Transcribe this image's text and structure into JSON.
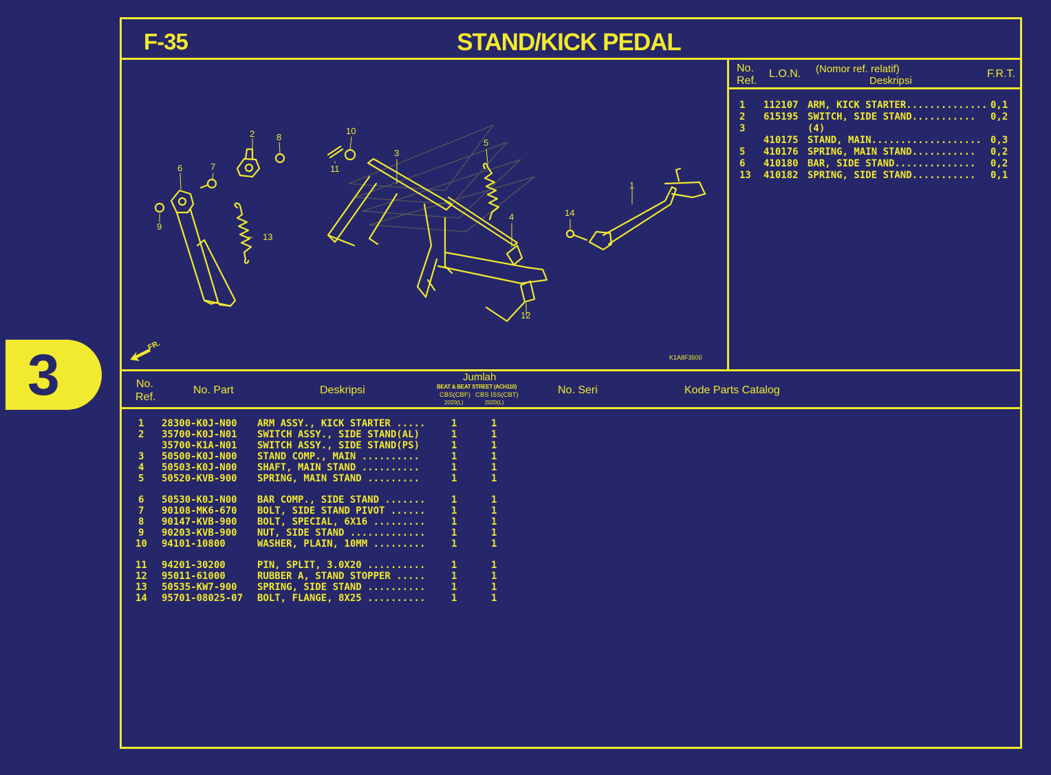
{
  "section_tab": "3",
  "header": {
    "code": "F-35",
    "title": "STAND/KICK PEDAL"
  },
  "diagram": {
    "front_marker": "FR.",
    "drawing_code": "K1A8F3500",
    "callouts": [
      "1",
      "2",
      "3",
      "4",
      "5",
      "6",
      "7",
      "8",
      "9",
      "10",
      "11",
      "12",
      "13",
      "14"
    ]
  },
  "ref_table": {
    "col_no": "No.",
    "col_ref": "Ref.",
    "col_lon": "L.O.N.",
    "col_desc_note": "(Nomor ref. relatif)",
    "col_desc": "Deskripsi",
    "col_frt": "F.R.T.",
    "rows": [
      {
        "ref": "1",
        "lon": "112107",
        "desc": "ARM, KICK STARTER..............",
        "frt": "0,1"
      },
      {
        "ref": "2",
        "lon": "615195",
        "desc": "SWITCH, SIDE STAND...........",
        "frt": "0,2"
      },
      {
        "ref": "3",
        "lon": "",
        "desc": "(4)",
        "frt": ""
      },
      {
        "ref": "",
        "lon": "410175",
        "desc": "STAND, MAIN...................",
        "frt": "0,3"
      },
      {
        "ref": "5",
        "lon": "410176",
        "desc": "SPRING, MAIN STAND...........",
        "frt": "0,2"
      },
      {
        "ref": "6",
        "lon": "410180",
        "desc": "BAR, SIDE STAND..............",
        "frt": "0,2"
      },
      {
        "ref": "13",
        "lon": "410182",
        "desc": "SPRING, SIDE STAND...........",
        "frt": "0,1"
      }
    ]
  },
  "parts_table": {
    "col_no": "No.",
    "col_ref": "Ref.",
    "col_part": "No. Part",
    "col_desc": "Deskripsi",
    "col_qty": "Jumlah",
    "col_qty_model": "BEAT & BEAT STREET (ACH110)",
    "col_qty_a": "CBS(CBF)",
    "col_qty_a_year": "2020(L)",
    "col_qty_b": "CBS ISS(CBT)",
    "col_qty_b_year": "2020(L)",
    "col_serial": "No. Seri",
    "col_catalog": "Kode Parts Catalog",
    "rows": [
      {
        "ref": "1",
        "part": "28300-K0J-N00",
        "desc": "ARM ASSY., KICK STARTER .....",
        "a": "1",
        "b": "1"
      },
      {
        "ref": "2",
        "part": "35700-K0J-N01",
        "desc": "SWITCH ASSY., SIDE STAND(AL)",
        "a": "1",
        "b": "1"
      },
      {
        "ref": "",
        "part": "35700-K1A-N01",
        "desc": "SWITCH ASSY., SIDE STAND(PS)",
        "a": "1",
        "b": "1"
      },
      {
        "ref": "3",
        "part": "50500-K0J-N00",
        "desc": "STAND COMP., MAIN ..........",
        "a": "1",
        "b": "1"
      },
      {
        "ref": "4",
        "part": "50503-K0J-N00",
        "desc": "SHAFT, MAIN STAND ..........",
        "a": "1",
        "b": "1"
      },
      {
        "ref": "5",
        "part": "50520-KVB-900",
        "desc": "SPRING, MAIN STAND .........",
        "a": "1",
        "b": "1"
      },
      {
        "ref": "6",
        "part": "50530-K0J-N00",
        "desc": "BAR COMP., SIDE STAND .......",
        "a": "1",
        "b": "1"
      },
      {
        "ref": "7",
        "part": "90108-MK6-670",
        "desc": "BOLT, SIDE STAND PIVOT ......",
        "a": "1",
        "b": "1"
      },
      {
        "ref": "8",
        "part": "90147-KVB-900",
        "desc": "BOLT, SPECIAL, 6X16 .........",
        "a": "1",
        "b": "1"
      },
      {
        "ref": "9",
        "part": "90203-KVB-900",
        "desc": "NUT, SIDE STAND .............",
        "a": "1",
        "b": "1"
      },
      {
        "ref": "10",
        "part": "94101-10800",
        "desc": "WASHER, PLAIN, 10MM .........",
        "a": "1",
        "b": "1"
      },
      {
        "ref": "11",
        "part": "94201-30200",
        "desc": "PIN, SPLIT, 3.0X20 ..........",
        "a": "1",
        "b": "1"
      },
      {
        "ref": "12",
        "part": "95011-61000",
        "desc": "RUBBER A, STAND STOPPER .....",
        "a": "1",
        "b": "1"
      },
      {
        "ref": "13",
        "part": "50535-KW7-900",
        "desc": "SPRING, SIDE STAND ..........",
        "a": "1",
        "b": "1"
      },
      {
        "ref": "14",
        "part": "95701-08025-07",
        "desc": "BOLT, FLANGE, 8X25 ..........",
        "a": "1",
        "b": "1"
      }
    ]
  },
  "colors": {
    "background": "#26276a",
    "ink": "#f2ea2e"
  }
}
